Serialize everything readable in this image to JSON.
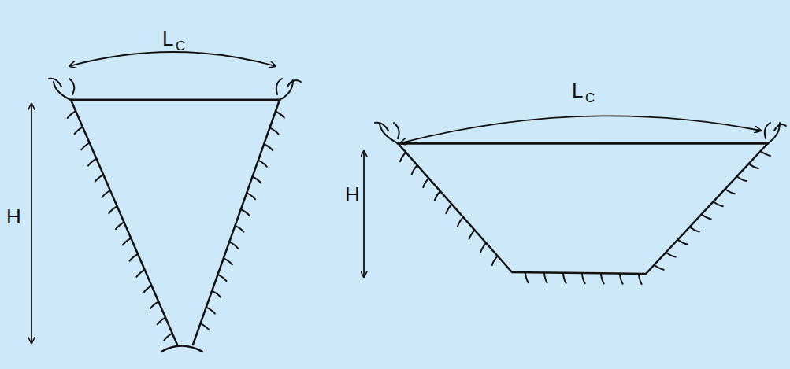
{
  "diagram": {
    "labels": [
      "L",
      "C",
      "H",
      "L",
      "C",
      "H"
    ]
  }
}
